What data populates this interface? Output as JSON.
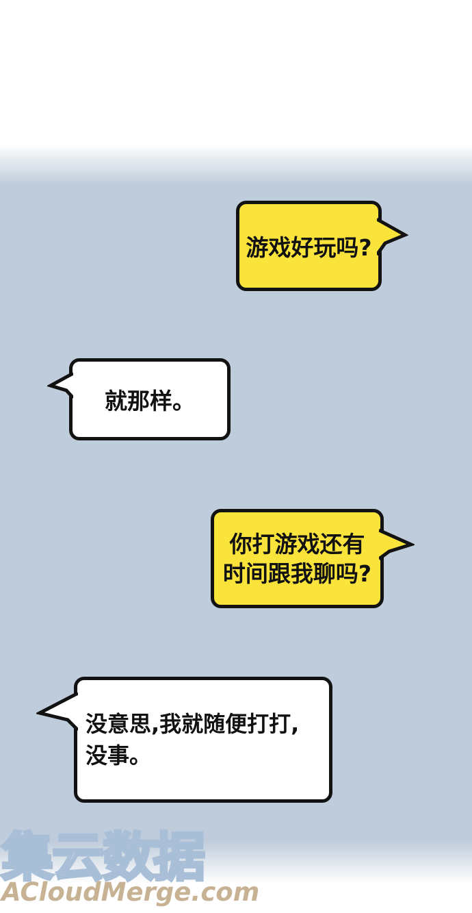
{
  "page": {
    "top_band_color": "#ffffff",
    "background_color": "#bfccdb",
    "bottom_band_color": "#ffffff"
  },
  "colors": {
    "bubble_yellow": "#fae33a",
    "bubble_white": "#ffffff",
    "bubble_outline": "#121212",
    "text_black": "#111111",
    "watermark_outline_blue": "#a8bfd7",
    "watermark_tan": "#c7b394"
  },
  "conversation": {
    "messages": [
      {
        "side": "right",
        "style": "yellow",
        "lines": [
          "游戏好玩吗?"
        ]
      },
      {
        "side": "left",
        "style": "white",
        "lines": [
          "就那样。"
        ]
      },
      {
        "side": "right",
        "style": "yellow",
        "lines": [
          "你打游戏还有",
          "时间跟我聊吗?"
        ]
      },
      {
        "side": "left",
        "style": "white",
        "lines": [
          "没意思,我就随便打打,",
          "没事。"
        ]
      }
    ]
  },
  "watermark": {
    "logo_text": "集云数据",
    "site_text": "ACloudMerge.com"
  }
}
